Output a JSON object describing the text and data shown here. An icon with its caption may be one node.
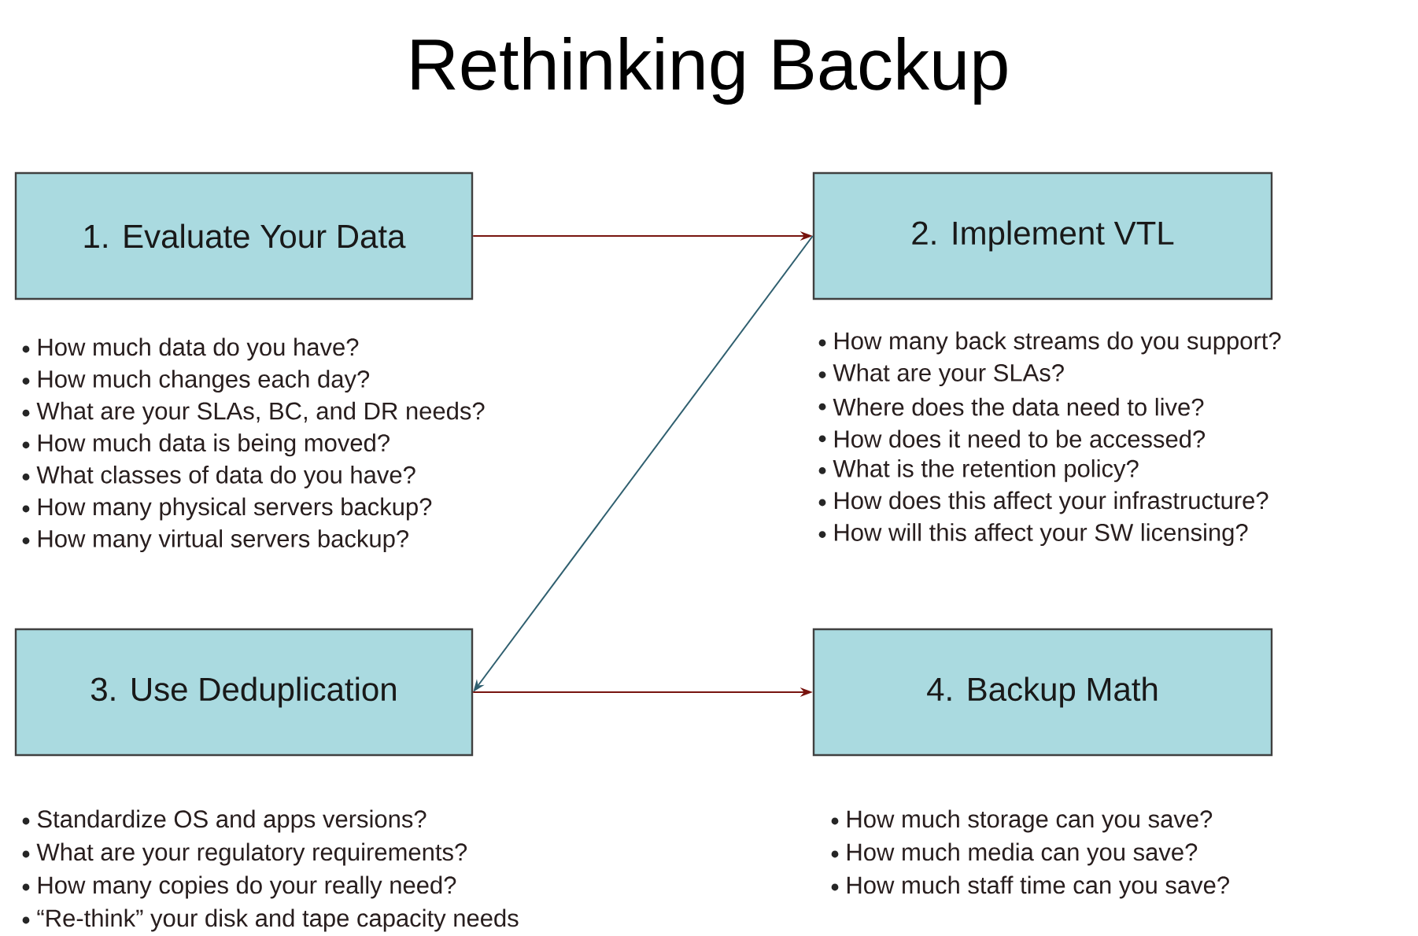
{
  "diagram": {
    "title": "Rethinking Backup",
    "nodes": [
      {
        "text": [
          "1. Evaluate Your Data"
        ],
        "beside": [
          "How much data do you have?",
          "How much changes each day?",
          "What are your SLAs, BC, and DR needs?",
          "How much data is being moved?",
          "What classes of data do you have?",
          "How many physical servers backup?",
          "How many virtual servers backup?"
        ]
      },
      {
        "text": [
          "2. Implement VTL"
        ],
        "beside": [
          "How many back streams do you support?",
          "What are your SLAs?",
          "Where does the data need to live?",
          "How does it need to be accessed?",
          "What is the retention policy?",
          "How does this affect your infrastructure?",
          "How will this affect your SW licensing?"
        ]
      },
      {
        "text": [
          "3. Use Deduplication"
        ],
        "beside": [
          "Standardize OS and apps versions?",
          "What are your regulatory requirements?",
          "How many copies do your really need?",
          "“Re-think” your disk and tape capacity needs"
        ]
      },
      {
        "text": [
          "4. Backup Math"
        ],
        "beside": [
          "How much storage can you save?",
          "How much media can you save?",
          "How much staff time can you save?"
        ]
      }
    ],
    "edges": [
      {
        "from": 0,
        "to": 1,
        "arrow": "to"
      },
      {
        "from": 1,
        "to": 2,
        "arrow": "to",
        "color": "#2f5f6f"
      },
      {
        "from": 2,
        "to": 3,
        "arrow": "to"
      }
    ]
  }
}
